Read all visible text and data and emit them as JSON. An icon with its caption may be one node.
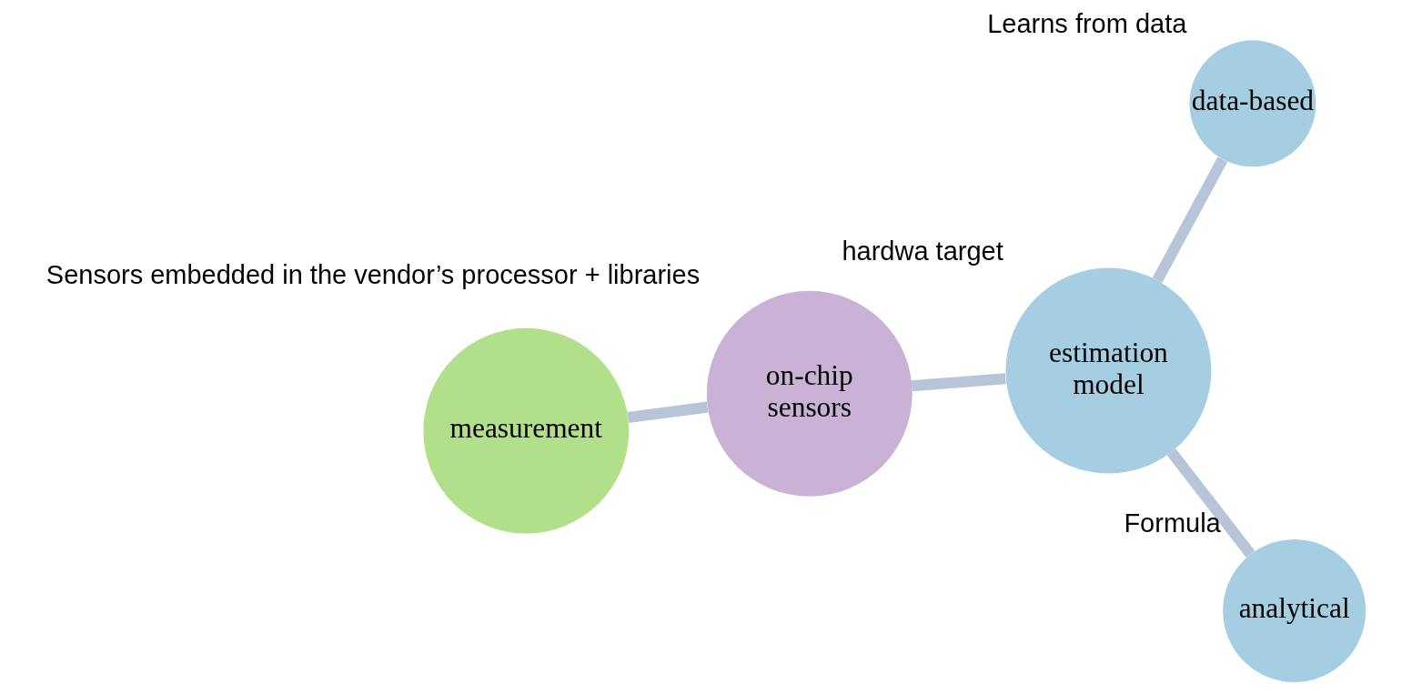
{
  "diagram": {
    "nodes": [
      {
        "text": [
          "measurement"
        ]
      },
      {
        "text": [
          "analytical"
        ],
        "beside": [
          "Formula"
        ]
      },
      {
        "text": [
          "estimation model"
        ],
        "beside": [
          "hardwa target"
        ]
      },
      {
        "text": [
          "on-chip sensors"
        ],
        "beside": [
          "Sensors embedded in the vendor’s processor + libraries"
        ]
      },
      {
        "text": [
          "data-based"
        ],
        "beside": [
          "Learns from data"
        ]
      }
    ],
    "edges": [
      {
        "from": 0,
        "to": 3,
        "arrow": "none"
      },
      {
        "from": 3,
        "to": 2,
        "arrow": "none"
      },
      {
        "from": 2,
        "to": 1,
        "arrow": "none"
      },
      {
        "from": 2,
        "to": 4,
        "arrow": "none"
      }
    ]
  }
}
